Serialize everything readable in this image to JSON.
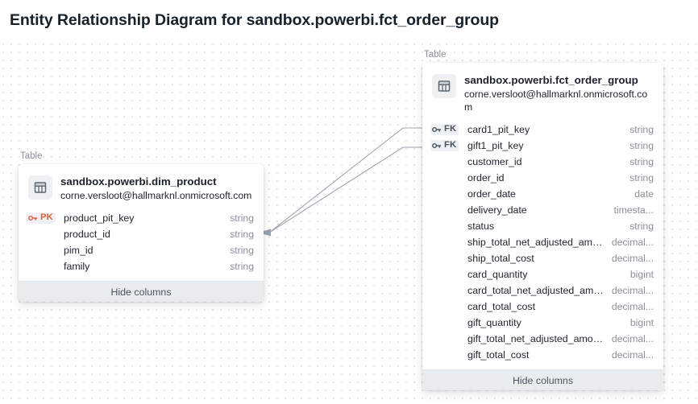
{
  "page": {
    "title": "Entity Relationship Diagram for sandbox.powerbi.fct_order_group",
    "background_color": "#ffffff",
    "grid_dot_color": "#e3e4e8",
    "edge_color": "#9aa4ae",
    "pk_color": "#d9603b",
    "fk_color": "#4a5560"
  },
  "nodes": [
    {
      "id": "dim_product",
      "node_label": "Table",
      "title": "sandbox.powerbi.dim_product",
      "subtitle": "corne.versloot@hallmarknl.onmicrosoft.com",
      "icon": "table-icon",
      "footer_label": "Hide columns",
      "columns": [
        {
          "badge": "PK",
          "name": "product_pit_key",
          "type": "string"
        },
        {
          "badge": "",
          "name": "product_id",
          "type": "string"
        },
        {
          "badge": "",
          "name": "pim_id",
          "type": "string"
        },
        {
          "badge": "",
          "name": "family",
          "type": "string"
        }
      ]
    },
    {
      "id": "fct_order_group",
      "node_label": "Table",
      "title": "sandbox.powerbi.fct_order_group",
      "subtitle": "corne.versloot@hallmarknl.onmicrosoft.com",
      "icon": "table-icon",
      "footer_label": "Hide columns",
      "columns": [
        {
          "badge": "FK",
          "name": "card1_pit_key",
          "type": "string"
        },
        {
          "badge": "FK",
          "name": "gift1_pit_key",
          "type": "string"
        },
        {
          "badge": "",
          "name": "customer_id",
          "type": "string"
        },
        {
          "badge": "",
          "name": "order_id",
          "type": "string"
        },
        {
          "badge": "",
          "name": "order_date",
          "type": "date"
        },
        {
          "badge": "",
          "name": "delivery_date",
          "type": "timesta..."
        },
        {
          "badge": "",
          "name": "status",
          "type": "string"
        },
        {
          "badge": "",
          "name": "ship_total_net_adjusted_amount",
          "type": "decimal..."
        },
        {
          "badge": "",
          "name": "ship_total_cost",
          "type": "decimal..."
        },
        {
          "badge": "",
          "name": "card_quantity",
          "type": "bigint"
        },
        {
          "badge": "",
          "name": "card_total_net_adjusted_amount",
          "type": "decimal..."
        },
        {
          "badge": "",
          "name": "card_total_cost",
          "type": "decimal..."
        },
        {
          "badge": "",
          "name": "gift_quantity",
          "type": "bigint"
        },
        {
          "badge": "",
          "name": "gift_total_net_adjusted_amount",
          "type": "decimal..."
        },
        {
          "badge": "",
          "name": "gift_total_cost",
          "type": "decimal..."
        }
      ]
    }
  ],
  "edges": [
    {
      "from": "fct_order_group.card1_pit_key",
      "to": "dim_product.product_pit_key"
    },
    {
      "from": "fct_order_group.gift1_pit_key",
      "to": "dim_product.product_pit_key"
    }
  ]
}
